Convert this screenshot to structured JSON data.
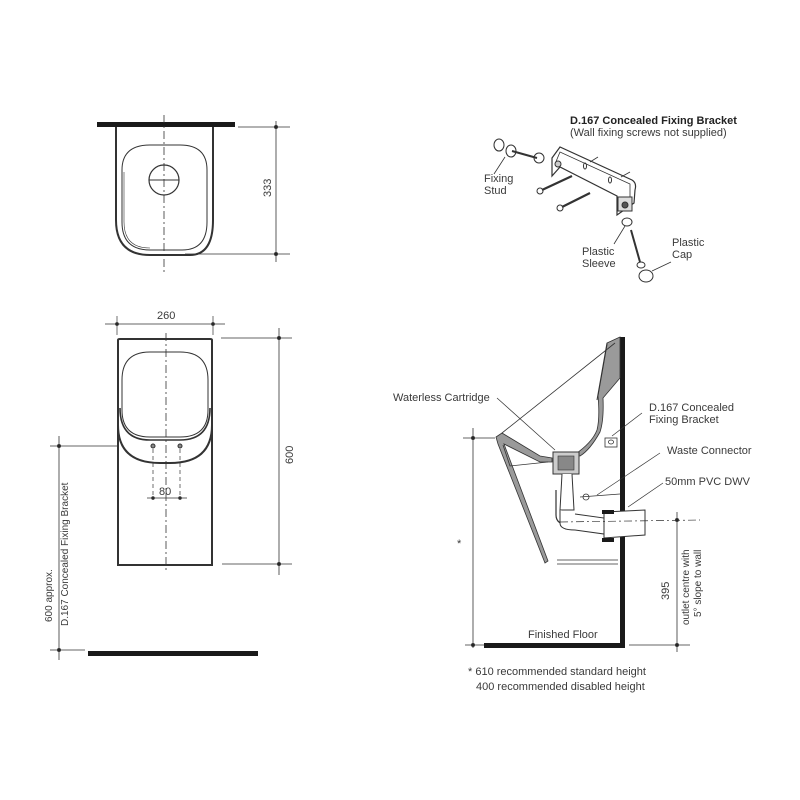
{
  "top_view": {
    "dim_depth": "333"
  },
  "front_view": {
    "dim_width": "260",
    "dim_height": "600",
    "dim_hole_spacing": "80",
    "bracket_height_line1": "600 approx.",
    "bracket_height_line2": "D.167 Concealed Fixing Bracket"
  },
  "bracket_detail": {
    "title": "D.167 Concealed Fixing Bracket",
    "subtitle": "(Wall fixing screws not supplied)",
    "labels": {
      "fixing_stud": [
        "Fixing",
        "Stud"
      ],
      "plastic_sleeve": [
        "Plastic",
        "Sleeve"
      ],
      "plastic_cap": [
        "Plastic",
        "Cap"
      ]
    }
  },
  "side_view": {
    "labels": {
      "waterless_cartridge": "Waterless Cartridge",
      "concealed_bracket": [
        "D.167 Concealed",
        "Fixing Bracket"
      ],
      "waste_connector": "Waste Connector",
      "pvc_dwv": "50mm PVC DWV",
      "finished_floor": "Finished Floor"
    },
    "dim_outlet": "395",
    "outlet_note_line1": "outlet centre with",
    "outlet_note_line2": "5° slope to wall",
    "asterisk": "*"
  },
  "notes": {
    "line1": "* 610 recommended standard height",
    "line2": "400 recommended disabled height"
  },
  "colors": {
    "line": "#333333",
    "wall": "#1a1a1a",
    "fill_grey": "#9a9a9a"
  }
}
